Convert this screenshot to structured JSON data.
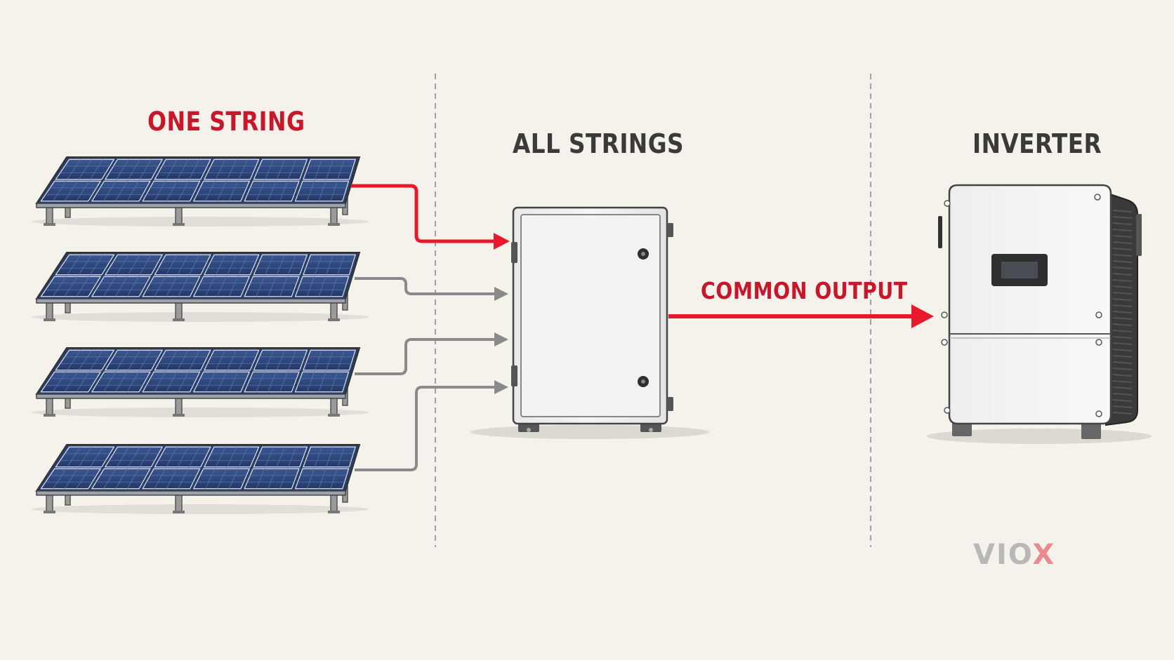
{
  "labels": {
    "one_string": "ONE STRING",
    "all_strings": "ALL STRINGS",
    "inverter": "INVERTER",
    "common_output": "COMMON OUTPUT"
  },
  "logo": {
    "prefix": "VIO",
    "suffix": "X"
  },
  "colors": {
    "background": "#f5f2ec",
    "highlight_wire": "#e8192c",
    "normal_wire": "#8a8a8a",
    "panel_cell": "#2f4a80",
    "divider": "#888888"
  },
  "icons": [
    "solar-panel-icon",
    "combiner-box-icon",
    "inverter-icon"
  ]
}
